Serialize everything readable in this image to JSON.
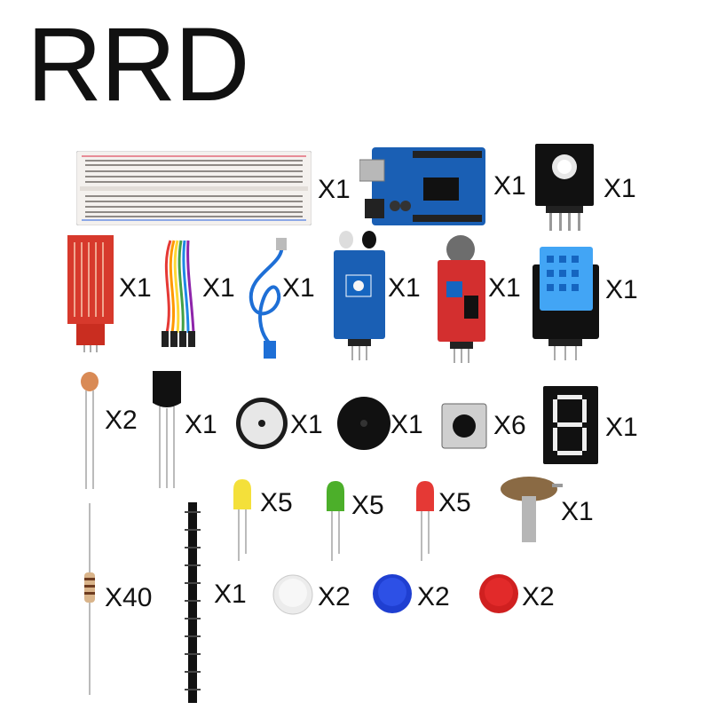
{
  "brand": "RRD",
  "items": [
    {
      "name": "breadboard",
      "qty": "X1"
    },
    {
      "name": "uno-board",
      "qty": "X1"
    },
    {
      "name": "rgb-led-module",
      "qty": "X1"
    },
    {
      "name": "water-level-sensor",
      "qty": "X1"
    },
    {
      "name": "jumper-wires",
      "qty": "X1"
    },
    {
      "name": "usb-cable",
      "qty": "X1"
    },
    {
      "name": "ir-obstacle-sensor",
      "qty": "X1"
    },
    {
      "name": "sound-sensor",
      "qty": "X1"
    },
    {
      "name": "dht11-module",
      "qty": "X1"
    },
    {
      "name": "photoresistor",
      "qty": "X2"
    },
    {
      "name": "temperature-sensor",
      "qty": "X1"
    },
    {
      "name": "active-buzzer",
      "qty": "X1"
    },
    {
      "name": "passive-buzzer",
      "qty": "X1"
    },
    {
      "name": "tact-switch",
      "qty": "X6"
    },
    {
      "name": "seven-segment",
      "qty": "X1"
    },
    {
      "name": "yellow-led",
      "qty": "X5"
    },
    {
      "name": "green-led",
      "qty": "X5"
    },
    {
      "name": "red-led",
      "qty": "X5"
    },
    {
      "name": "potentiometer",
      "qty": "X1"
    },
    {
      "name": "resistor",
      "qty": "X40"
    },
    {
      "name": "pin-header",
      "qty": "X1"
    },
    {
      "name": "white-cap",
      "qty": "X2"
    },
    {
      "name": "blue-cap",
      "qty": "X2"
    },
    {
      "name": "red-cap",
      "qty": "X2"
    }
  ]
}
